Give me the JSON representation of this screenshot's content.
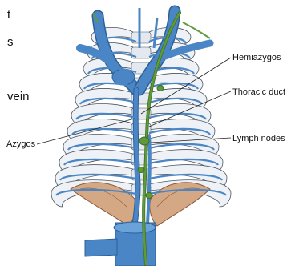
{
  "side_text": {
    "frag1": "t",
    "frag2": "s",
    "frag3": "vein"
  },
  "labels": {
    "hemiazygos": "Hemiazygos",
    "thoracic_duct": "Thoracic duct",
    "azygos": "Azygos",
    "lymph_nodes": "Lymph nodes"
  },
  "colors": {
    "vein": "#4a86c5",
    "vein_dark": "#2d5f97",
    "duct": "#5f9a3a",
    "duct_dark": "#3e6e22",
    "rib": "#eef2f6",
    "rib_edge": "#4b5560",
    "diaphragm": "#d4a785",
    "diaphragm_edge": "#8a5a3a"
  },
  "icons": [
    "rib-cage-illustration",
    "azygos-vein-illustration",
    "thoracic-duct-illustration"
  ]
}
